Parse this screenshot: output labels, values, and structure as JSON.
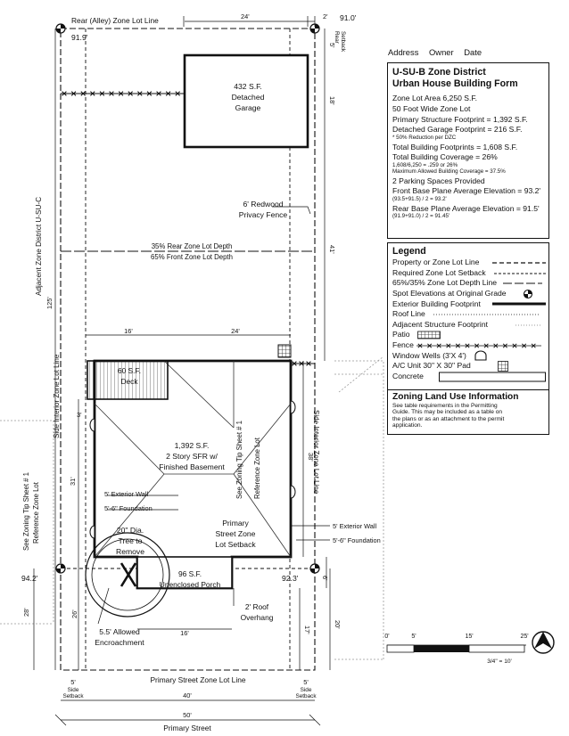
{
  "header": {
    "address_label": "Address",
    "owner_label": "Owner",
    "date_label": "Date"
  },
  "form_panel": {
    "title_line1": "U-SU-B Zone District",
    "title_line2": "Urban House Building Form",
    "items": [
      {
        "text": "Zone Lot Area 6,250 S.F.",
        "note": ""
      },
      {
        "text": "50 Foot Wide Zone Lot",
        "note": ""
      },
      {
        "text": "Primary Structure Footprint = 1,392 S.F.",
        "note": ""
      },
      {
        "text": "Detached Garage Footprint = 216 S.F.",
        "note": "* 50% Reduction per DZC"
      },
      {
        "text": "Total Building Footprints = 1,608 S.F.",
        "note": ""
      },
      {
        "text": "Total Building Coverage = 26%",
        "note": "1,608/6,250 = .259 or 26%\nMaximum Allowed Building Coverage = 37.5%"
      },
      {
        "text": "2 Parking Spaces Provided",
        "note": ""
      },
      {
        "text": "Front Base Plane Average Elevation = 93.2'",
        "note": "(93.5+91.5) / 2 = 93.2'"
      },
      {
        "text": "Rear Base Plane Average Elevation = 91.5'",
        "note": "(91.9+91.0) / 2 = 91.45'"
      }
    ]
  },
  "legend": {
    "title": "Legend",
    "items": [
      {
        "label": "Property or Zone Lot Line",
        "symbol": "dash-line"
      },
      {
        "label": "Required Zone Lot Setback",
        "symbol": "short-dash-line"
      },
      {
        "label": "65%/35% Zone Lot Depth Line",
        "symbol": "long-dash-line"
      },
      {
        "label": "Spot Elevations at Original Grade",
        "symbol": "spot-elevation"
      },
      {
        "label": "Exterior Building Footprint",
        "symbol": "thick-line"
      },
      {
        "label": "Roof Line",
        "symbol": "dotted-line"
      },
      {
        "label": "Adjacent Structure Footprint",
        "symbol": "thin-dotted-line"
      },
      {
        "label": "Patio",
        "symbol": "grid-box"
      },
      {
        "label": "Fence",
        "symbol": "x-line"
      },
      {
        "label": "Window Wells (3'X 4')",
        "symbol": "window-well"
      },
      {
        "label": "A/C Unit 30\" X 30\" Pad",
        "symbol": "ac-pad"
      },
      {
        "label": "Concrete",
        "symbol": "concrete-box"
      }
    ]
  },
  "land_use": {
    "title": "Zoning Land Use Information",
    "body_lines": [
      "See table requirements in the Permitting",
      "Guide.  This may be included as a table on",
      "the plans or as an attachment to the permit",
      "application."
    ]
  },
  "plan": {
    "rear_lot_line": "Rear (Alley) Zone Lot Line",
    "primary_street_lot_line": "Primary Street Zone Lot Line",
    "primary_street": "Primary Street",
    "adjacent_district": "Adjacent Zone District U-SU-C",
    "side_interior_left": "Side Interior Zone Lot Line",
    "side_interior_right": "Side Interior Zone Lot Line",
    "tip_sheet_left_1": "See Zoning Tip Sheet # 1",
    "tip_sheet_left_2": "Reference Zone Lot",
    "tip_sheet_right_1": "See Zoning Tip Sheet # 1",
    "tip_sheet_right_2": "Reference Zone Lot",
    "garage_area": "432 S.F.",
    "garage_label": "Detached",
    "garage_label2": "Garage",
    "fence_label1": "6' Redwood",
    "fence_label2": "Privacy Fence",
    "rear_depth": "35% Rear Zone Lot Depth",
    "front_depth": "65% Front Zone Lot Depth",
    "deck_area": "60 S.F.",
    "deck_label": "Deck",
    "house_area": "1,392 S.F.",
    "house_label1": "2 Story SFR w/",
    "house_label2": "Finished Basement",
    "ext_wall_left": "5' Exterior Wall",
    "foundation_left": "5'-6\" Foundation",
    "ext_wall_right": "5' Exterior Wall",
    "foundation_right": "5'-6\" Foundation",
    "setback_label1": "Primary",
    "setback_label2": "Street Zone",
    "setback_label3": "Lot Setback",
    "tree_label1": "20\" Dia.",
    "tree_label2": "Tree to",
    "tree_label3": "Remove",
    "porch_area": "96 S.F.",
    "porch_label": "Unenclosed Porch",
    "roof_overhang1": "2' Roof",
    "roof_overhang2": "Overhang",
    "encroach1": "5.5' Allowed",
    "encroach2": "Encroachment",
    "rear_setback_small1": "Rear",
    "rear_setback_small2": "Setback",
    "side_setback1": "Side",
    "side_setback2": "Setback",
    "elev_919": "91.9'",
    "elev_910": "91.0'",
    "elev_942": "94.2'",
    "elev_923": "92.3'",
    "dims": {
      "d24_top": "24'",
      "d2_top": "2'",
      "d5_top": "5'",
      "d18": "18'",
      "d41": "41'",
      "d125": "125'",
      "d16_top": "16'",
      "d24_mid": "24'",
      "d3": "3'",
      "d31": "31'",
      "d38": "38'",
      "d28": "28'",
      "d26": "26'",
      "d16_bot": "16'",
      "d17": "17'",
      "d20": "20'",
      "d6": "6'",
      "d5_left": "5'",
      "d40": "40'",
      "d5_right": "5'",
      "d50": "50'"
    }
  },
  "scale_bar": {
    "ticks": [
      "0'",
      "5'",
      "15'",
      "25'"
    ],
    "ratio": "3/4\" = 10'"
  }
}
